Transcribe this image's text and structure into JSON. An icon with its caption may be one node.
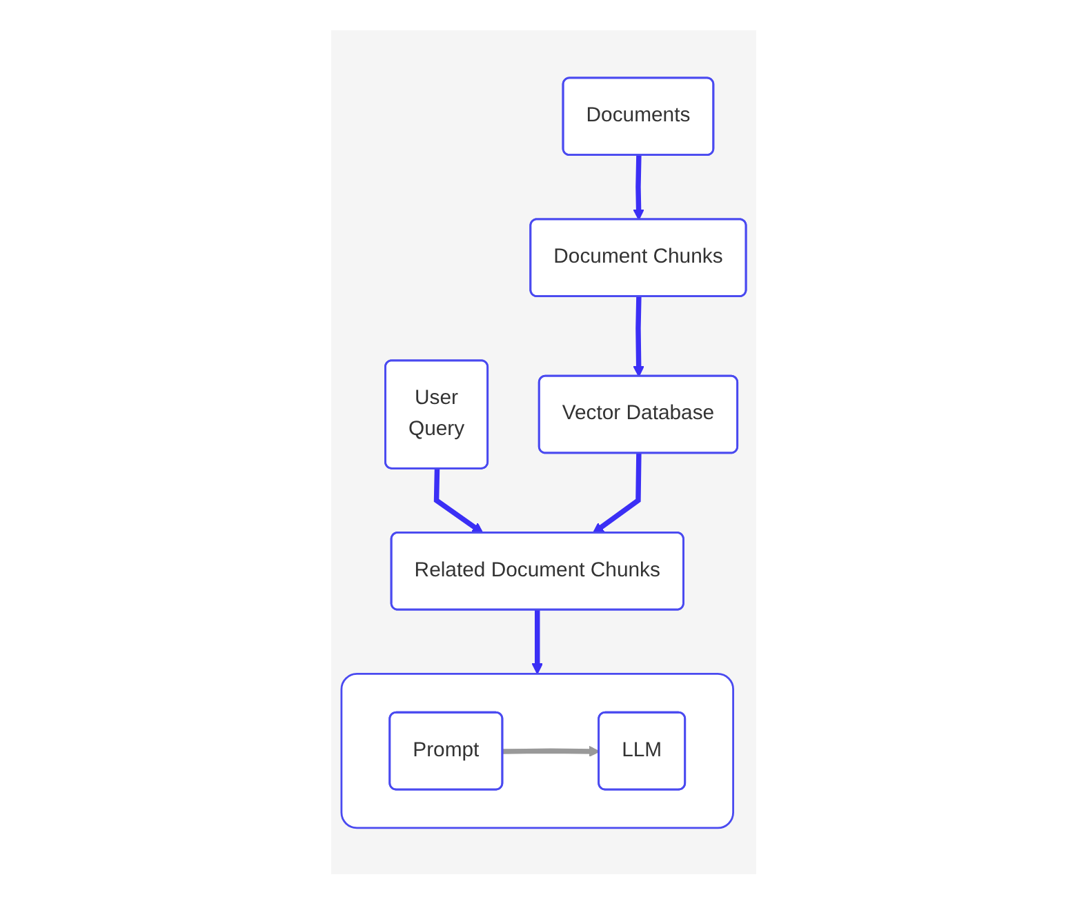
{
  "diagram": {
    "nodes": [
      {
        "text": [
          "User",
          "Query"
        ]
      },
      {
        "text": [
          "Documents"
        ]
      },
      {
        "text": [
          "Document Chunks"
        ]
      },
      {
        "text": [
          "Vector Database"
        ]
      },
      {
        "text": [
          "Related Document Chunks"
        ]
      },
      {
        "text": [],
        "shape": "box"
      },
      {
        "text": [
          "Prompt"
        ],
        "in": 5
      },
      {
        "text": [
          "LLM"
        ],
        "in": 5
      }
    ],
    "edges": [
      {
        "from": 0,
        "to": 4,
        "arrow": "to"
      },
      {
        "from": 1,
        "to": 2,
        "arrow": "to"
      },
      {
        "from": 2,
        "to": 3,
        "arrow": "to"
      },
      {
        "from": 3,
        "to": 4,
        "arrow": "to"
      },
      {
        "from": 4,
        "to": 5,
        "arrow": "to"
      },
      {
        "from": 6,
        "to": 7,
        "arrow": "to",
        "color": "#999999"
      }
    ]
  }
}
